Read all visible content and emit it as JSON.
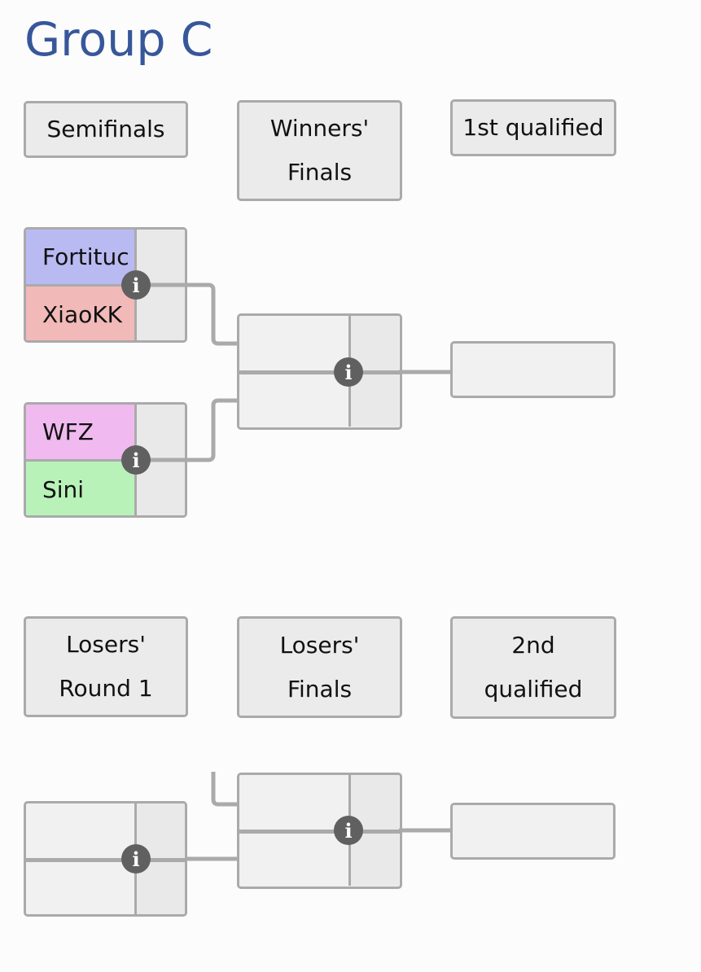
{
  "title": "Group C",
  "upper_bracket": {
    "headers": [
      "Semifinals",
      "Winners' Finals",
      "1st qualified"
    ],
    "semifinals": [
      {
        "team1": {
          "name": "Fortitude",
          "display": "Fortituc",
          "color": "#babaf3"
        },
        "team2": {
          "name": "XiaoKK",
          "display": "XiaoKK",
          "color": "#f2b9b9"
        }
      },
      {
        "team1": {
          "name": "WFZ",
          "display": "WFZ",
          "color": "#f0baf0"
        },
        "team2": {
          "name": "Sini",
          "display": "Sini",
          "color": "#b9f2b9"
        }
      }
    ],
    "winners_final": {
      "team1": "",
      "team2": ""
    },
    "first_qualified": ""
  },
  "lower_bracket": {
    "headers": [
      "Losers' Round 1",
      "Losers' Finals",
      "2nd qualified"
    ],
    "losers_round1": {
      "team1": "",
      "team2": ""
    },
    "losers_final": {
      "team1": "",
      "team2": ""
    },
    "second_qualified": ""
  },
  "icons": {
    "info": "i"
  }
}
